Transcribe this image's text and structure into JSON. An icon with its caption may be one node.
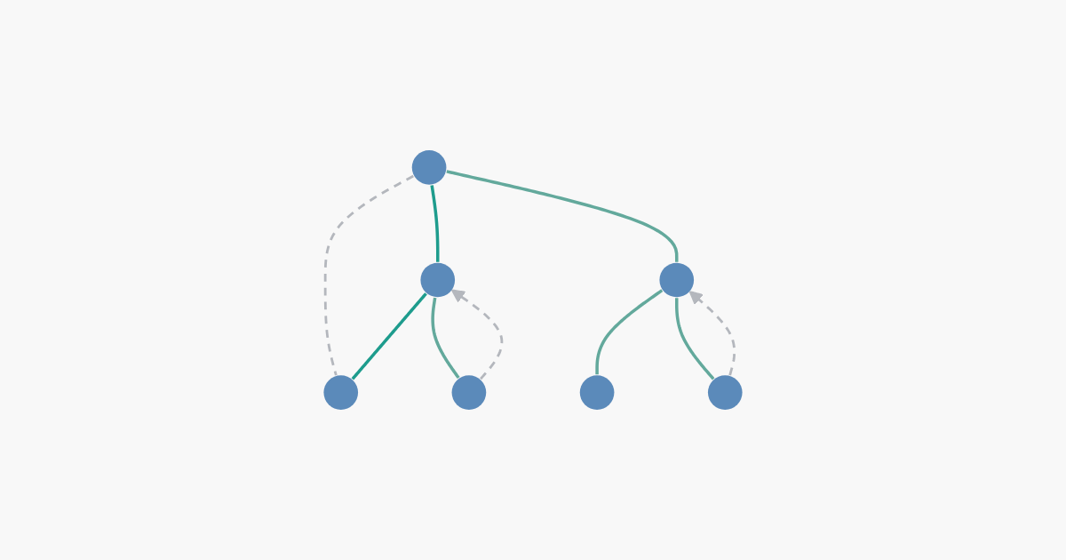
{
  "diagram": {
    "nodes": [
      {
        "text": [],
        "shape": "circle"
      },
      {
        "text": [],
        "shape": "circle"
      },
      {
        "text": [],
        "shape": "circle"
      },
      {
        "text": [],
        "shape": "circle"
      },
      {
        "text": [],
        "shape": "circle"
      },
      {
        "text": [],
        "shape": "circle"
      },
      {
        "text": [],
        "shape": "circle"
      }
    ],
    "edges": [
      {
        "from": 0,
        "to": 3,
        "arrow": "none",
        "style": "dashed",
        "color": "#b4b7bd"
      },
      {
        "from": 0,
        "to": 1,
        "arrow": "none",
        "color": "#1e9c8d"
      },
      {
        "from": 0,
        "to": 2,
        "arrow": "none"
      },
      {
        "from": 1,
        "to": 3,
        "arrow": "none",
        "color": "#1e9c8d"
      },
      {
        "from": 1,
        "to": 4,
        "arrow": "none"
      },
      {
        "from": 2,
        "to": 5,
        "arrow": "none"
      },
      {
        "from": 2,
        "to": 6,
        "arrow": "none"
      },
      {
        "from": 4,
        "to": 1,
        "arrow": "to",
        "style": "dashed",
        "color": "#b4b7bd"
      },
      {
        "from": 6,
        "to": 2,
        "arrow": "to",
        "style": "dashed",
        "color": "#b4b7bd"
      }
    ]
  }
}
